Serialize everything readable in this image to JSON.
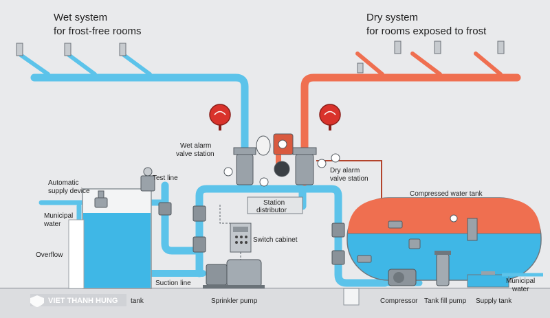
{
  "titles": {
    "wet_line1": "Wet system",
    "wet_line2": "for frost-free rooms",
    "dry_line1": "Dry system",
    "dry_line2": "for rooms exposed to frost"
  },
  "labels": {
    "wet_alarm_1": "Wet alarm",
    "wet_alarm_2": "valve station",
    "dry_alarm_1": "Dry alarm",
    "dry_alarm_2": "valve station",
    "test_line": "Test line",
    "auto_supply_1": "Automatic",
    "auto_supply_2": "supply device",
    "municipal_left_1": "Municipal",
    "municipal_left_2": "water",
    "overflow": "Overflow",
    "station_1": "Station",
    "station_2": "distributor",
    "switch_cabinet": "Switch cabinet",
    "compressed_tank": "Compressed water tank",
    "suction_line": "Suction line",
    "tank_label": "tank",
    "sprinkler_pump": "Sprinkler pump",
    "compressor": "Compressor",
    "tank_fill_pump": "Tank fill pump",
    "supply_tank": "Supply tank",
    "municipal_right_1": "Municipal",
    "municipal_right_2": "water"
  },
  "watermark": "VIET THANH HUNG",
  "colors": {
    "wet_pipe": "#5cc3ea",
    "dry_pipe": "#ef6f50",
    "water": "#3fb7e6",
    "alarm_bell": "#d9322b",
    "machinery": "#8c949b",
    "background": "#e9eaec"
  }
}
